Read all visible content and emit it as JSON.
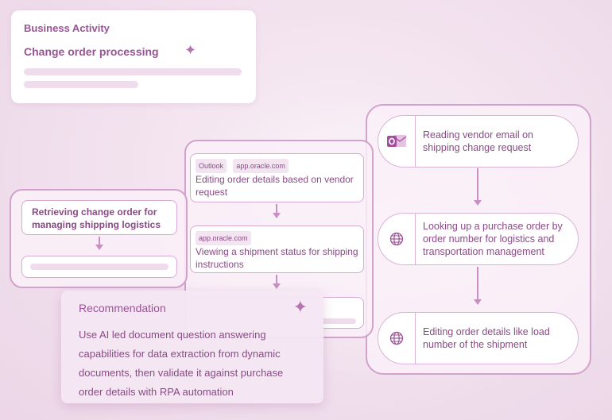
{
  "business_activity": {
    "title": "Business Activity",
    "subtitle": "Change order processing"
  },
  "left_flow": {
    "step1": "Retrieving change order for managing shipping logistics"
  },
  "middle_flow": {
    "step1": {
      "chips": [
        "Outlook",
        "app.oracle.com"
      ],
      "text": "Editing order details based on vendor request"
    },
    "step2": {
      "chips": [
        "app.oracle.com"
      ],
      "text": "Viewing a shipment status for shipping instructions"
    }
  },
  "right_flow": {
    "steps": [
      {
        "icon": "outlook-icon",
        "text": "Reading vendor email on shipping change request"
      },
      {
        "icon": "globe-icon",
        "text": "Looking up a purchase order by order number for logistics and transportation management"
      },
      {
        "icon": "globe-icon",
        "text": "Editing order details like load number of the shipment"
      }
    ]
  },
  "recommendation": {
    "title": "Recommendation",
    "body": "Use AI led document question answering capabilities for data extraction from dynamic documents, then validate it against purchase order details with RPA automation"
  },
  "colors": {
    "accent": "#9a5296",
    "border": "#d2a2cd",
    "background": "#f2e2ee"
  }
}
